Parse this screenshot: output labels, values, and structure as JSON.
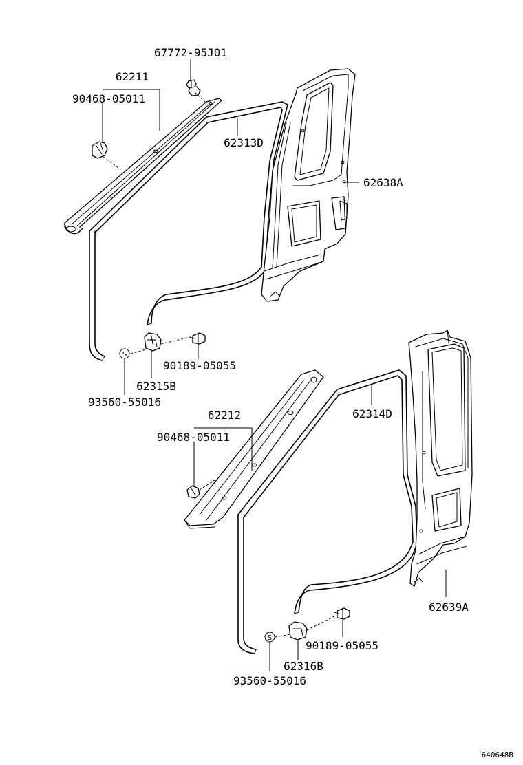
{
  "diagram": {
    "upper_group": {
      "clip_top": "67772-95J01",
      "pillar_trim": "62211",
      "pillar_clip": "90468-05011",
      "weatherstrip": "62313D",
      "quarter_trim": "62638A",
      "clip_lower": "90189-05055",
      "retainer": "62315B",
      "screw": "93560-55016",
      "screw_symbol": "S"
    },
    "lower_group": {
      "pillar_trim": "62212",
      "pillar_clip": "90468-05011",
      "weatherstrip": "62314D",
      "quarter_trim": "62639A",
      "clip_lower": "90189-05055",
      "retainer": "62316B",
      "screw": "93560-55016",
      "screw_symbol": "S"
    },
    "drawing_code": "640648B"
  }
}
